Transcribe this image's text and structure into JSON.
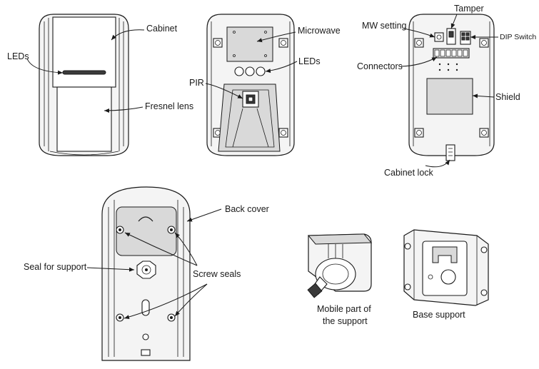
{
  "labels": {
    "cabinet": "Cabinet",
    "leds_front": "LEDs",
    "fresnel_lens": "Fresnel lens",
    "microwave": "Microwave",
    "leds_inner": "LEDs",
    "pir": "PIR",
    "tamper": "Tamper",
    "mw_setting": "MW setting",
    "dip_switch": "DIP Switch",
    "connectors": "Connectors",
    "shield": "Shield",
    "cabinet_lock": "Cabinet lock",
    "back_cover": "Back cover",
    "seal_for_support": "Seal for support",
    "screw_seals": "Screw seals",
    "mobile_part_line1": "Mobile part of",
    "mobile_part_line2": "the support",
    "base_support": "Base support"
  }
}
